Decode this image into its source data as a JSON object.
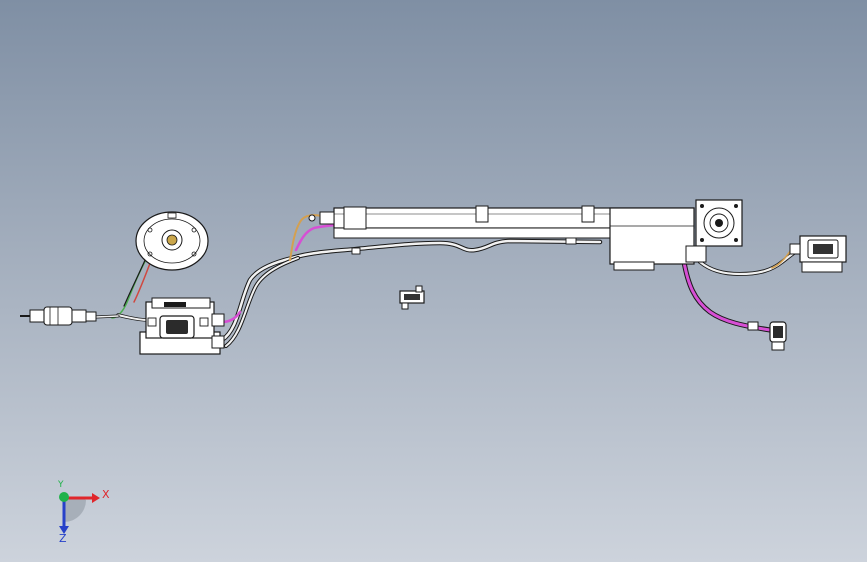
{
  "viewport": {
    "background_top": "#7f8fa4",
    "background_bottom": "#cdd3dc"
  },
  "model": {
    "colors": {
      "body_fill": "#ffffff",
      "outline": "#1a1a1a",
      "cable_magenta": "#d64fd4",
      "cable_orange": "#d4a050",
      "cable_green": "#4caf50",
      "cable_red": "#d0483f",
      "cable_white": "#f2f2f2"
    },
    "components": [
      "rotary-motor",
      "drive-controller",
      "left-connector",
      "linear-actuator-rail",
      "end-motor-flange",
      "small-clip-part",
      "right-connector-block",
      "magenta-cable-connector"
    ]
  },
  "triad": {
    "x_label": "X",
    "y_label": "Y",
    "z_label": "Z",
    "x_color": "#e0262b",
    "y_color": "#21b24a",
    "z_color": "#2741c9"
  }
}
